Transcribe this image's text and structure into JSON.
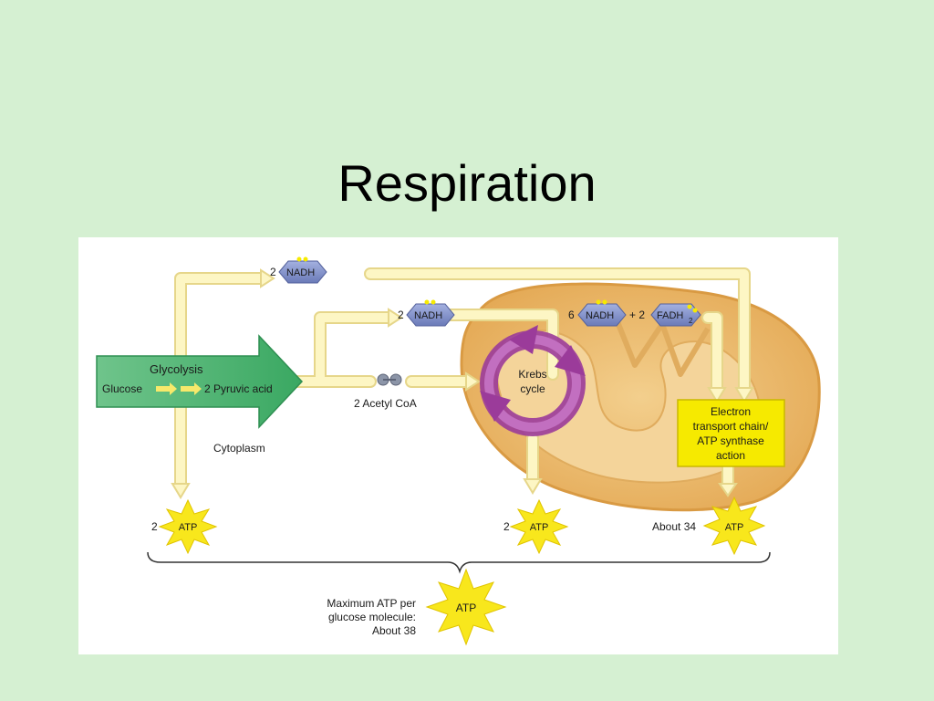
{
  "title": "Respiration",
  "diagram": {
    "glycolysis": {
      "title": "Glycolysis",
      "glucose": "Glucose",
      "pyruvic": "2 Pyruvic acid"
    },
    "cytoplasm": "Cytoplasm",
    "acetyl_coa": "2 Acetyl CoA",
    "krebs": {
      "line1": "Krebs",
      "line2": "cycle"
    },
    "nadh_top": {
      "count": "2",
      "label": "NADH"
    },
    "nadh_mid": {
      "count": "2",
      "label": "NADH"
    },
    "nadh_krebs": {
      "count": "6",
      "label": "NADH"
    },
    "plus_two": "+ 2",
    "fadh": {
      "label": "FADH",
      "sub": "2"
    },
    "etc": {
      "line1": "Electron",
      "line2": "transport chain/",
      "line3": "ATP synthase",
      "line4": "action"
    },
    "atp_glycolysis": {
      "count": "2",
      "label": "ATP"
    },
    "atp_krebs": {
      "count": "2",
      "label": "ATP"
    },
    "atp_etc": {
      "count": "About 34",
      "label": "ATP"
    },
    "total": {
      "line1": "Maximum ATP per",
      "line2": "glucose molecule:",
      "line3": "About 38",
      "label": "ATP"
    },
    "colors": {
      "arrow_fill": "#fdf6c4",
      "arrow_stroke": "#e9d98a",
      "glycolysis_green": "#4cb56e",
      "mitochondrion": "#e9b96a",
      "krebs_purple": "#9b3b9a",
      "nadh_blue": "#7f8ec7",
      "etc_yellow": "#f6ea00",
      "atp_star": "#f8e71c"
    }
  }
}
